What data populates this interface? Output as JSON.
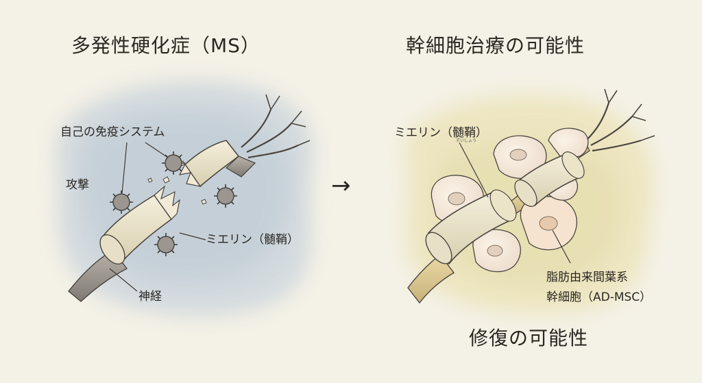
{
  "left_panel": {
    "title": "多発性硬化症（MS）",
    "labels": {
      "immune": "自己の免疫システム",
      "attack": "攻撃",
      "myelin": "ミエリン（髄鞘）",
      "nerve": "神経"
    }
  },
  "arrow": "→",
  "right_panel": {
    "title": "幹細胞治療の可能性",
    "labels": {
      "myelin": "ミエリン（髄鞘）",
      "myelin_small": "ずいしょう",
      "adsc_line1": "脂肪由来間葉系",
      "adsc_line2": "幹細胞（AD-MSC）",
      "repair": "修復の可能性"
    }
  },
  "colors": {
    "background": "#f4f1e6",
    "left_wash": "#c9d3dc",
    "right_wash": "#ece3b8",
    "myelin": "#ece4c8",
    "outline": "#4a4540"
  }
}
